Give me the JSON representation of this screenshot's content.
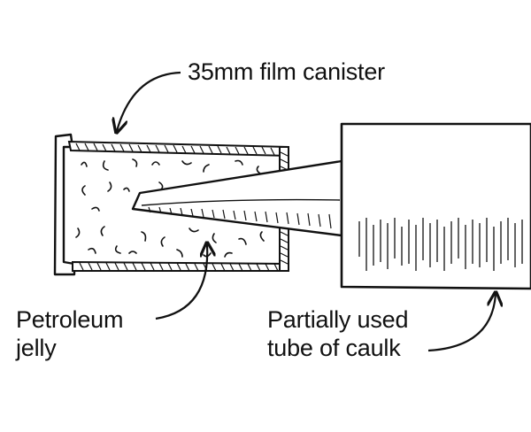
{
  "labels": {
    "canister": "35mm film canister",
    "jelly_line1": "Petroleum",
    "jelly_line2": "jelly",
    "caulk_line1": "Partially used",
    "caulk_line2": "tube of caulk"
  },
  "colors": {
    "ink": "#111111",
    "background": "#ffffff"
  }
}
